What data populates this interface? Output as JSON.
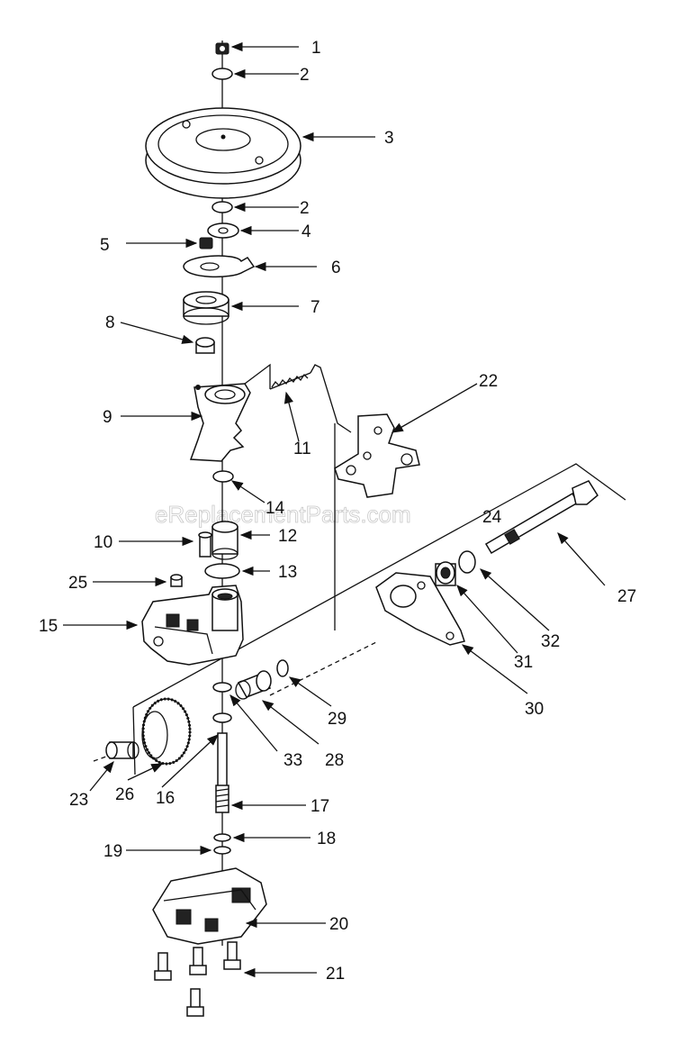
{
  "watermark": "eReplacementParts.com",
  "callouts": [
    {
      "id": "1",
      "text": "1"
    },
    {
      "id": "2a",
      "text": "2"
    },
    {
      "id": "3",
      "text": "3"
    },
    {
      "id": "2b",
      "text": "2"
    },
    {
      "id": "4",
      "text": "4"
    },
    {
      "id": "5",
      "text": "5"
    },
    {
      "id": "6",
      "text": "6"
    },
    {
      "id": "7",
      "text": "7"
    },
    {
      "id": "8",
      "text": "8"
    },
    {
      "id": "9",
      "text": "9"
    },
    {
      "id": "10",
      "text": "10"
    },
    {
      "id": "11",
      "text": "11"
    },
    {
      "id": "12",
      "text": "12"
    },
    {
      "id": "13",
      "text": "13"
    },
    {
      "id": "14",
      "text": "14"
    },
    {
      "id": "15",
      "text": "15"
    },
    {
      "id": "16",
      "text": "16"
    },
    {
      "id": "17",
      "text": "17"
    },
    {
      "id": "18",
      "text": "18"
    },
    {
      "id": "19",
      "text": "19"
    },
    {
      "id": "20",
      "text": "20"
    },
    {
      "id": "21",
      "text": "21"
    },
    {
      "id": "22",
      "text": "22"
    },
    {
      "id": "23",
      "text": "23"
    },
    {
      "id": "24",
      "text": "24"
    },
    {
      "id": "25",
      "text": "25"
    },
    {
      "id": "26",
      "text": "26"
    },
    {
      "id": "27",
      "text": "27"
    },
    {
      "id": "28",
      "text": "28"
    },
    {
      "id": "29",
      "text": "29"
    },
    {
      "id": "30",
      "text": "30"
    },
    {
      "id": "31",
      "text": "31"
    },
    {
      "id": "32",
      "text": "32"
    },
    {
      "id": "33",
      "text": "33"
    }
  ]
}
